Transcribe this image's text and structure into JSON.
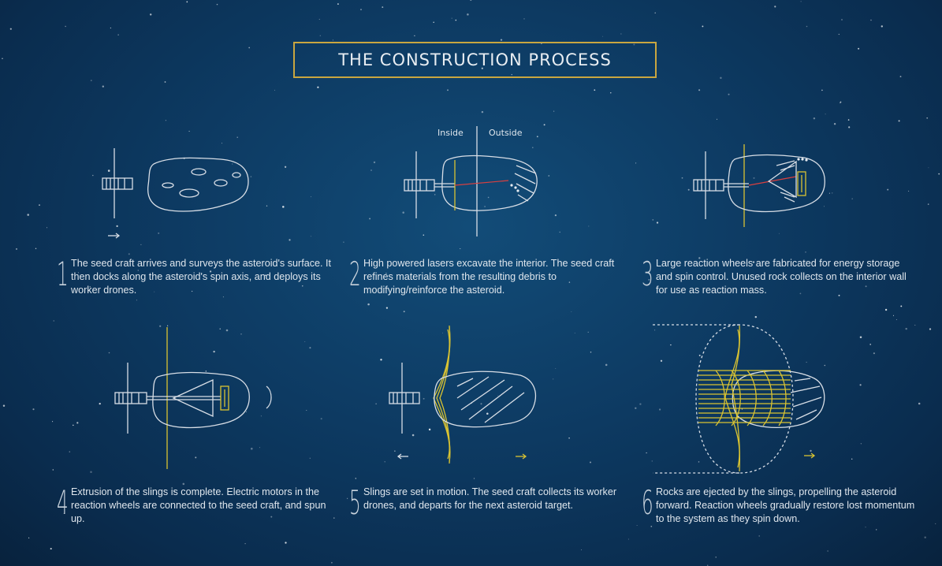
{
  "title": "THE CONSTRUCTION PROCESS",
  "labels": {
    "inside": "Inside",
    "outside": "Outside"
  },
  "colors": {
    "background": "#0d3a62",
    "accent": "#c9a640",
    "sling": "#d9c332",
    "line": "#d8dee6"
  },
  "steps": [
    {
      "number": "1",
      "text": "The seed craft arrives and surveys the asteroid's surface. It then docks along the asteroid's spin axis, and deploys its worker drones."
    },
    {
      "number": "2",
      "text": "High powered lasers excavate the interior. The seed craft refines materials from the resulting debris to modifying/reinforce the asteroid."
    },
    {
      "number": "3",
      "text": "Large reaction wheels are fabricated for energy storage and spin control. Unused rock collects on the interior wall for use as reaction mass."
    },
    {
      "number": "4",
      "text": "Extrusion of the slings is complete. Electric motors in the reaction wheels are connected to the seed craft, and spun up."
    },
    {
      "number": "5",
      "text": "Slings are set in motion. The seed craft collects its worker drones, and departs for the next asteroid target."
    },
    {
      "number": "6",
      "text": "Rocks are ejected by the slings, propelling the asteroid forward. Reaction wheels gradually restore lost momentum to the system as they spin down."
    }
  ]
}
